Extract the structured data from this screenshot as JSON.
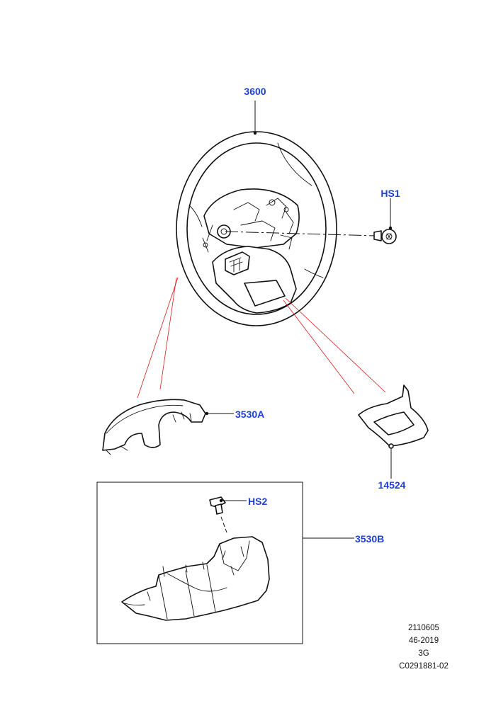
{
  "callouts": {
    "steering_wheel": "3600",
    "bolt": "HS1",
    "upper_shroud": "3530A",
    "trim_panel": "14524",
    "screw": "HS2",
    "lower_shroud": "3530B"
  },
  "reference": {
    "line1": "2110605",
    "line2": "46-2019",
    "line3": "3G",
    "line4": "C0291881-02"
  },
  "colors": {
    "callout_text": "#1f3fd6",
    "highlight_lines": "#d41a1a",
    "line_art": "#111111"
  }
}
